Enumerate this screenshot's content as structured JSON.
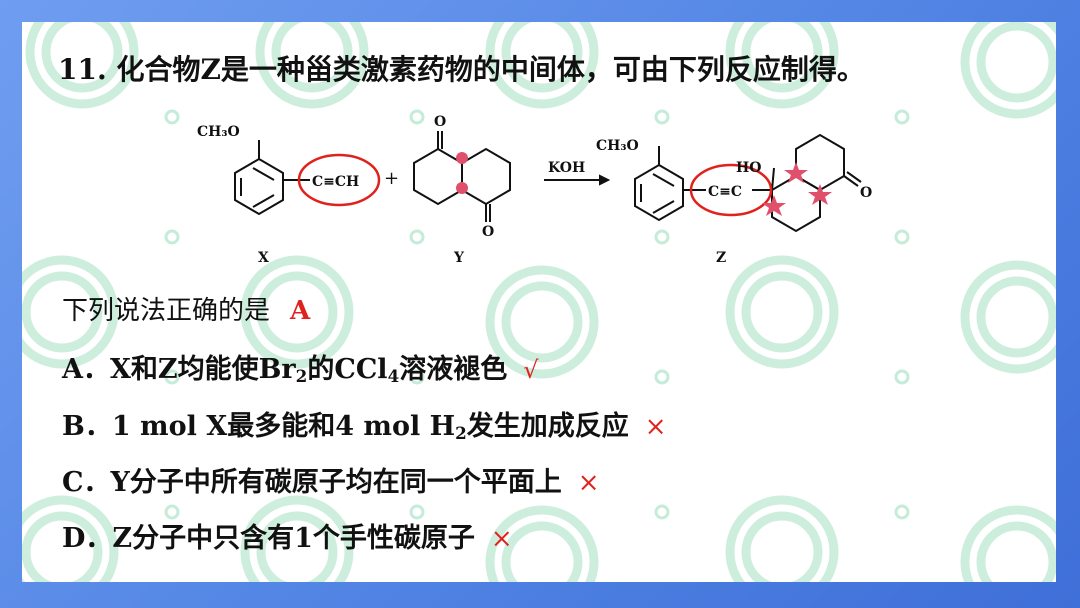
{
  "question": {
    "number": "11.",
    "stem": "化合物Z是一种甾类激素药物的中间体，可由下列反应制得。"
  },
  "scheme": {
    "x_substituent": "CH₃O",
    "x_alkyne": "C≡CH",
    "plus": "+",
    "y_oxygen_top": "O",
    "y_oxygen_bottom": "O",
    "reagent": "KOH",
    "z_substituent": "CH₃O",
    "z_hydroxyl": "HO",
    "z_alkyne": "C≡C",
    "z_oxygen": "O",
    "label_x": "X",
    "label_y": "Y",
    "label_z": "Z"
  },
  "prompt": {
    "text": "下列说法正确的是",
    "answer": "A"
  },
  "options": [
    {
      "letter": "A．",
      "pre": "X和Z均能使Br",
      "sub": "2",
      "mid": "的CCl",
      "sub2": "4",
      "post": "溶液褪色",
      "mark": "√"
    },
    {
      "letter": "B．",
      "pre": "1 mol X最多能和4 mol H",
      "sub": "2",
      "mid": "发生加成反应",
      "sub2": "",
      "post": "",
      "mark": "×"
    },
    {
      "letter": "C．",
      "pre": "Y分子中所有碳原子均在同一个平面上",
      "sub": "",
      "mid": "",
      "sub2": "",
      "post": "",
      "mark": "×"
    },
    {
      "letter": "D．",
      "pre": "Z分子中只含有1个手性碳原子",
      "sub": "",
      "mid": "",
      "sub2": "",
      "post": "",
      "mark": "×"
    }
  ],
  "colors": {
    "frame": "#5b8ee8",
    "highlight": "#e0221c",
    "watermark": "#bfe9d4"
  }
}
